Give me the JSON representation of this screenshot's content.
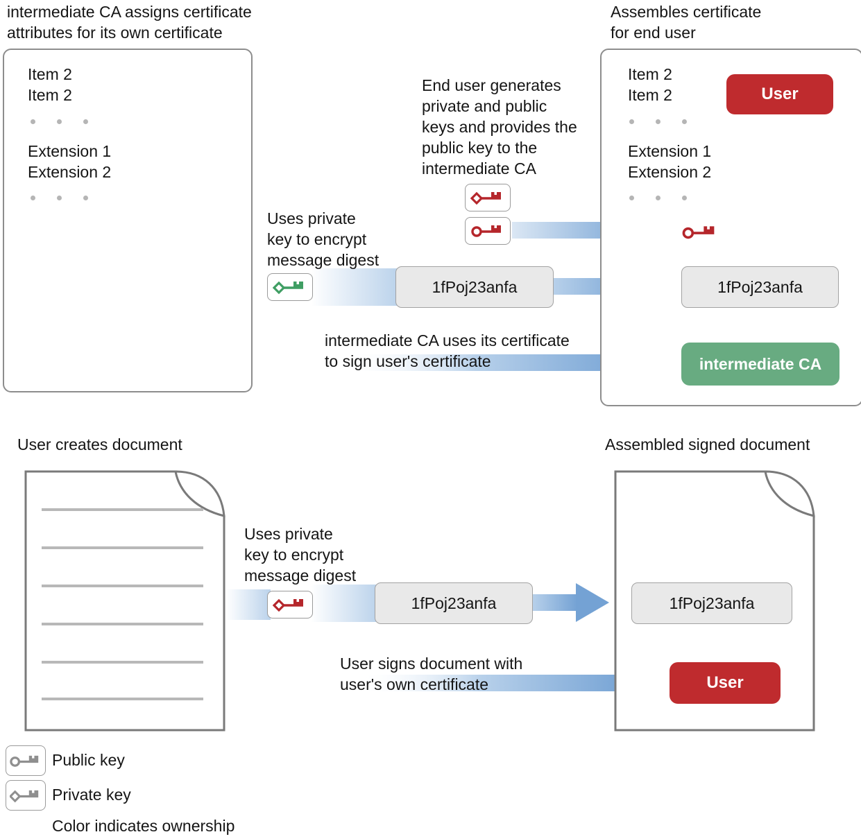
{
  "top": {
    "left_title": "intermediate CA assigns certificate\nattributes for its own certificate",
    "right_title": "Assembles certificate\nfor end user",
    "left_cert": {
      "items": [
        "Item 2",
        "Item 2"
      ],
      "extensions": [
        "Extension 1",
        "Extension 2"
      ]
    },
    "right_cert": {
      "items": [
        "Item 2",
        "Item 2"
      ],
      "extensions": [
        "Extension 1",
        "Extension 2"
      ],
      "user_badge": "User",
      "intermediate_badge": "intermediate CA",
      "digest": "1fPoj23anfa"
    },
    "end_user_note": "End user generates\nprivate and public\nkeys and provides the\npublic key to the\nintermediate CA",
    "encrypt_note": "Uses private\nkey to encrypt\nmessage digest",
    "digest": "1fPoj23anfa",
    "sign_note": "intermediate CA uses its certificate\nto sign user's certificate"
  },
  "bottom": {
    "left_title": "User creates document",
    "right_title": "Assembled signed document",
    "encrypt_note": "Uses private\nkey to encrypt\nmessage digest",
    "digest": "1fPoj23anfa",
    "sign_note": "User signs document with\nuser's own certificate",
    "user_badge": "User"
  },
  "legend": {
    "public_key_label": "Public key",
    "private_key_label": "Private key",
    "ownership_note": "Color indicates ownership"
  },
  "icons": {
    "public_key": "public-key-icon",
    "private_key": "private-key-icon"
  },
  "colors": {
    "user_red": "#bf2b2e",
    "intermediate_green": "#68ab81",
    "key_red": "#b5262b",
    "key_green": "#3f9e63",
    "key_gray": "#8f8f8f",
    "arrow_blue": "#74a2d4",
    "token_gray": "#e9e9e9"
  }
}
